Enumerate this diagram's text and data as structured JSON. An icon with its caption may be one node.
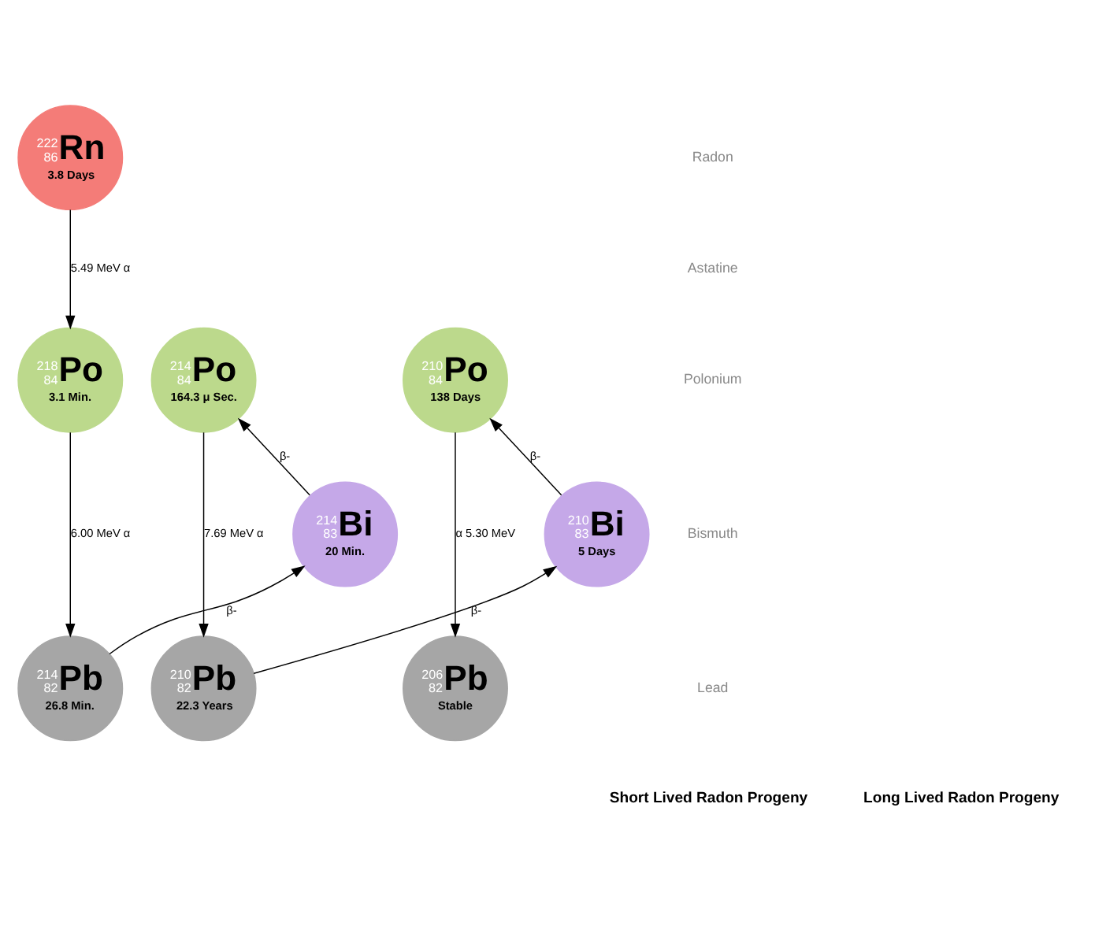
{
  "diagram": {
    "nodes": [
      {
        "text": [
          "222",
          "86",
          "Rn",
          "3.8 Days"
        ]
      },
      {
        "text": [
          "218",
          "84",
          "Po",
          "3.1 Min."
        ]
      },
      {
        "text": [
          "214",
          "84",
          "Po",
          "164.3 μ Sec."
        ]
      },
      {
        "text": [
          "210",
          "84",
          "Po",
          "138 Days"
        ]
      },
      {
        "text": [
          "214",
          "83",
          "Bi",
          "20 Min."
        ]
      },
      {
        "text": [
          "210",
          "83",
          "Bi",
          "5 Days"
        ]
      },
      {
        "text": [
          "214",
          "82",
          "Pb",
          "26.8 Min."
        ]
      },
      {
        "text": [
          "210",
          "82",
          "Pb",
          "22.3 Years"
        ]
      },
      {
        "text": [
          "206",
          "82",
          "Pb",
          "Stable"
        ]
      }
    ],
    "edges": [
      {
        "from": 0,
        "to": 1,
        "arrow": "to",
        "label": "5.49 MeV α"
      },
      {
        "from": 1,
        "to": 6,
        "arrow": "to",
        "label": "6.00 MeV α"
      },
      {
        "from": 6,
        "to": 4,
        "arrow": "to",
        "label": "β-"
      },
      {
        "from": 4,
        "to": 2,
        "arrow": "to",
        "label": "β-"
      },
      {
        "from": 2,
        "to": 7,
        "arrow": "to",
        "label": "7.69 MeV α"
      },
      {
        "from": 7,
        "to": 5,
        "arrow": "to",
        "label": "β-"
      },
      {
        "from": 5,
        "to": 3,
        "arrow": "to",
        "label": "β-"
      },
      {
        "from": 3,
        "to": 8,
        "arrow": "to",
        "label": "α 5.30 MeV"
      }
    ],
    "labels": [
      "Radon",
      "Astatine",
      "Polonium",
      "Bismuth",
      "Lead",
      "Short Lived Radon Progeny",
      "Long Lived Radon Progeny"
    ]
  }
}
